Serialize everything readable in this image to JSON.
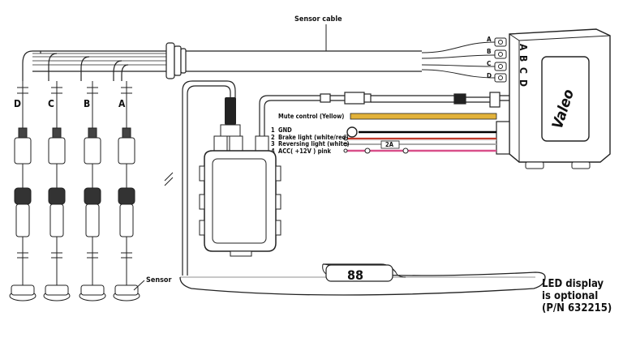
{
  "labels": {
    "sensor_cable": "Sensor cable",
    "sensor": "Sensor",
    "mute_control": "Mute control (Yellow)",
    "led_display_line1": "LED display",
    "led_display_line2": "is optional",
    "led_display_line3": "(P/N 632215)",
    "display_digits": "88",
    "brand_logo": "Valeo",
    "fuse": "2A"
  },
  "sensor_columns": [
    {
      "letter": "D"
    },
    {
      "letter": "C"
    },
    {
      "letter": "B"
    },
    {
      "letter": "A"
    }
  ],
  "ecu_ports": [
    "A",
    "B",
    "C",
    "D"
  ],
  "ecu_side_letters": [
    "A",
    "B",
    "C",
    "D"
  ],
  "wires": [
    {
      "num": "1",
      "label": "GND",
      "color": "#000000"
    },
    {
      "num": "2",
      "label": "Brake light (white/red)",
      "color": "#c0392b"
    },
    {
      "num": "3",
      "label": "Reversing light (white)",
      "color": "#bbbbbb"
    },
    {
      "num": "4",
      "label": "ACC( +12V ) pink",
      "color": "#d94f8a"
    }
  ],
  "colors": {
    "mute_wire": "#e2b23a",
    "brake_wire": "#c0392b",
    "acc_wire": "#d94f8a",
    "line": "#222222"
  }
}
